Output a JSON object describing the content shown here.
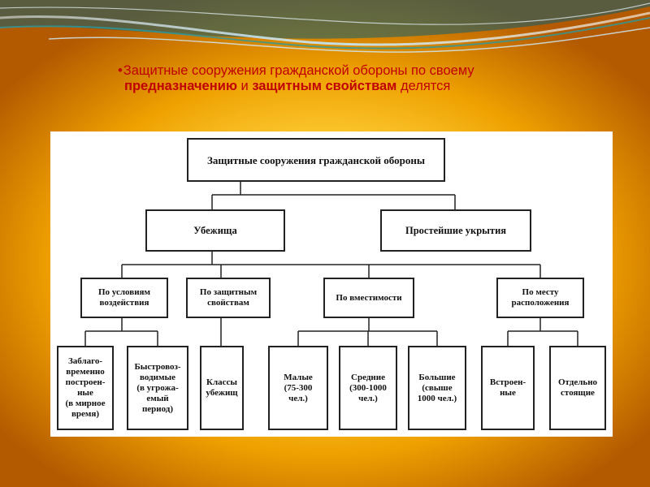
{
  "heading": {
    "bullet": "•",
    "part1": "Защитные сооружения гражданской обороны по своему",
    "part2_bold": "предназначению",
    "part3": " и ",
    "part4_bold": "защитным свойствам",
    "part5": " делятся"
  },
  "diagram": {
    "root": "Защитные сооружения гражданской обороны",
    "level1": {
      "shelters": "Убежища",
      "simple": "Простейшие укрытия"
    },
    "level2": {
      "by_conditions": "По условиям\nвоздействия",
      "by_protective": "По защитным\nсвойствам",
      "by_capacity": "По вместимости",
      "by_location": "По месту\nрасположения"
    },
    "level3": {
      "prebuilt": "Заблаго-\nвременно\nпостроен-\nные\n(в мирное\nвремя)",
      "rapid": "Быстровоз-\nводимые\n(в угрожа-\nемый\nпериод)",
      "classes": "Классы\nубежищ",
      "small": "Малые\n(75-300\nчел.)",
      "medium": "Средние\n(300-1000\nчел.)",
      "large": "Большие\n(свыше\n1000 чел.)",
      "built_in": "Встроен-\nные",
      "standalone": "Отдельно\nстоящие"
    }
  },
  "colors": {
    "heading_text": "#c00000",
    "background_center": "#fff3b0",
    "background_mid": "#ffd23a",
    "background_edge": "#b35a00",
    "wave_teal": "#2a9aa0"
  }
}
